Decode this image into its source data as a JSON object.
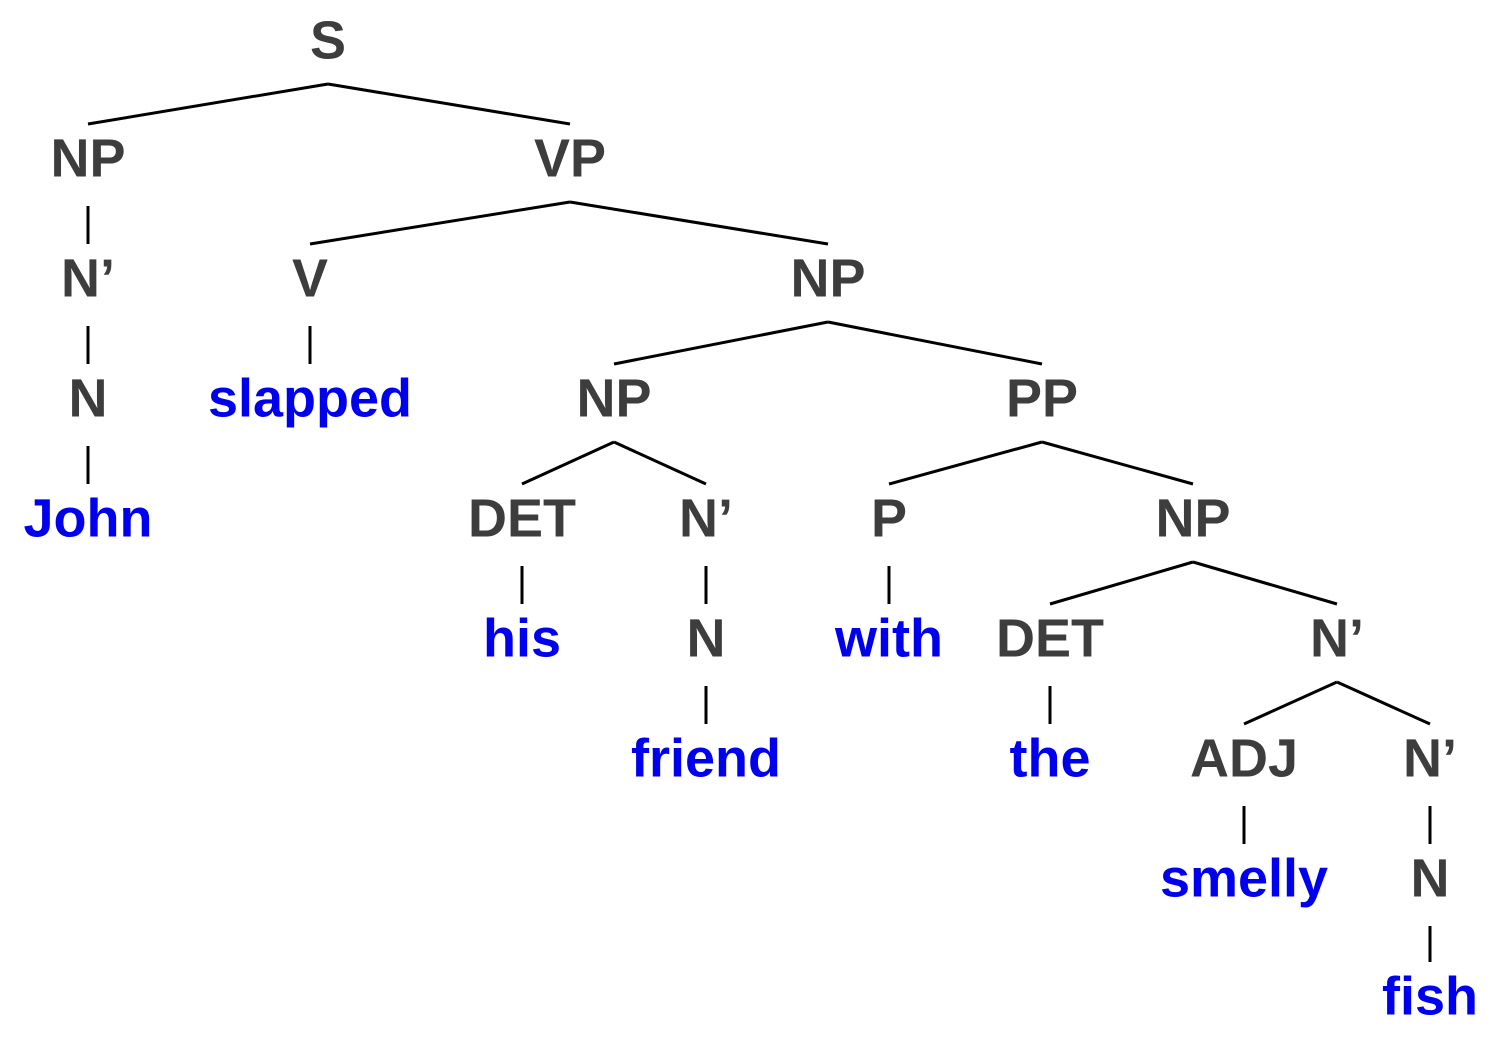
{
  "colors": {
    "category": "#3d3d3d",
    "word": "#0000ee",
    "edge": "#000000"
  },
  "tree": {
    "nodes": [
      {
        "id": "s",
        "label": "S",
        "kind": "category",
        "parent": null
      },
      {
        "id": "np-subj",
        "label": "NP",
        "kind": "category",
        "parent": "s"
      },
      {
        "id": "vp",
        "label": "VP",
        "kind": "category",
        "parent": "s"
      },
      {
        "id": "nbar-john",
        "label": "N’",
        "kind": "category",
        "parent": "np-subj"
      },
      {
        "id": "n-john",
        "label": "N",
        "kind": "category",
        "parent": "nbar-john"
      },
      {
        "id": "word-john",
        "label": "John",
        "kind": "word",
        "parent": "n-john"
      },
      {
        "id": "v",
        "label": "V",
        "kind": "category",
        "parent": "vp"
      },
      {
        "id": "word-slapped",
        "label": "slapped",
        "kind": "word",
        "parent": "v"
      },
      {
        "id": "np-obj",
        "label": "NP",
        "kind": "category",
        "parent": "vp"
      },
      {
        "id": "np-friend",
        "label": "NP",
        "kind": "category",
        "parent": "np-obj"
      },
      {
        "id": "pp",
        "label": "PP",
        "kind": "category",
        "parent": "np-obj"
      },
      {
        "id": "det-his",
        "label": "DET",
        "kind": "category",
        "parent": "np-friend"
      },
      {
        "id": "nbar-friend",
        "label": "N’",
        "kind": "category",
        "parent": "np-friend"
      },
      {
        "id": "word-his",
        "label": "his",
        "kind": "word",
        "parent": "det-his"
      },
      {
        "id": "n-friend",
        "label": "N",
        "kind": "category",
        "parent": "nbar-friend"
      },
      {
        "id": "word-friend",
        "label": "friend",
        "kind": "word",
        "parent": "n-friend"
      },
      {
        "id": "p",
        "label": "P",
        "kind": "category",
        "parent": "pp"
      },
      {
        "id": "word-with",
        "label": "with",
        "kind": "word",
        "parent": "p"
      },
      {
        "id": "np-fish",
        "label": "NP",
        "kind": "category",
        "parent": "pp"
      },
      {
        "id": "det-the",
        "label": "DET",
        "kind": "category",
        "parent": "np-fish"
      },
      {
        "id": "word-the",
        "label": "the",
        "kind": "word",
        "parent": "det-the"
      },
      {
        "id": "nbar-fish",
        "label": "N’",
        "kind": "category",
        "parent": "np-fish"
      },
      {
        "id": "adj",
        "label": "ADJ",
        "kind": "category",
        "parent": "nbar-fish"
      },
      {
        "id": "word-smelly",
        "label": "smelly",
        "kind": "word",
        "parent": "adj"
      },
      {
        "id": "nbar-fish2",
        "label": "N’",
        "kind": "category",
        "parent": "nbar-fish"
      },
      {
        "id": "n-fish",
        "label": "N",
        "kind": "category",
        "parent": "nbar-fish2"
      },
      {
        "id": "word-fish",
        "label": "fish",
        "kind": "word",
        "parent": "n-fish"
      }
    ]
  }
}
